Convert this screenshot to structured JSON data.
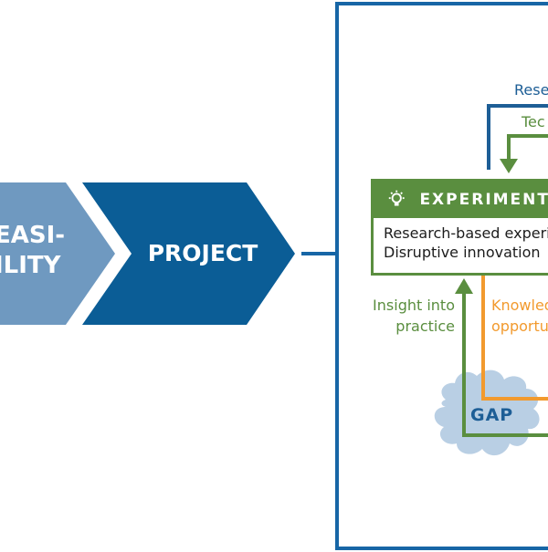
{
  "stages": {
    "feasibility": "EASI-\nILITY",
    "project": "PROJECT"
  },
  "experiment": {
    "title": "EXPERIMENT",
    "icon": "lightbulb-icon",
    "lines": [
      "Research-based experi",
      "Disruptive innovation"
    ]
  },
  "flows": {
    "research": "Resea",
    "tech": "Tec",
    "insight": [
      "Insight into",
      "practice"
    ],
    "knowledge": [
      "Knowled",
      "opportun"
    ]
  },
  "gap_label": "GAP",
  "colors": {
    "dark_blue": "#0b5d96",
    "light_blue": "#6f99c0",
    "green": "#5a8e3f",
    "orange": "#f29a2e",
    "gap_cloud": "#b9cfe4",
    "frame": "#1766a6"
  }
}
